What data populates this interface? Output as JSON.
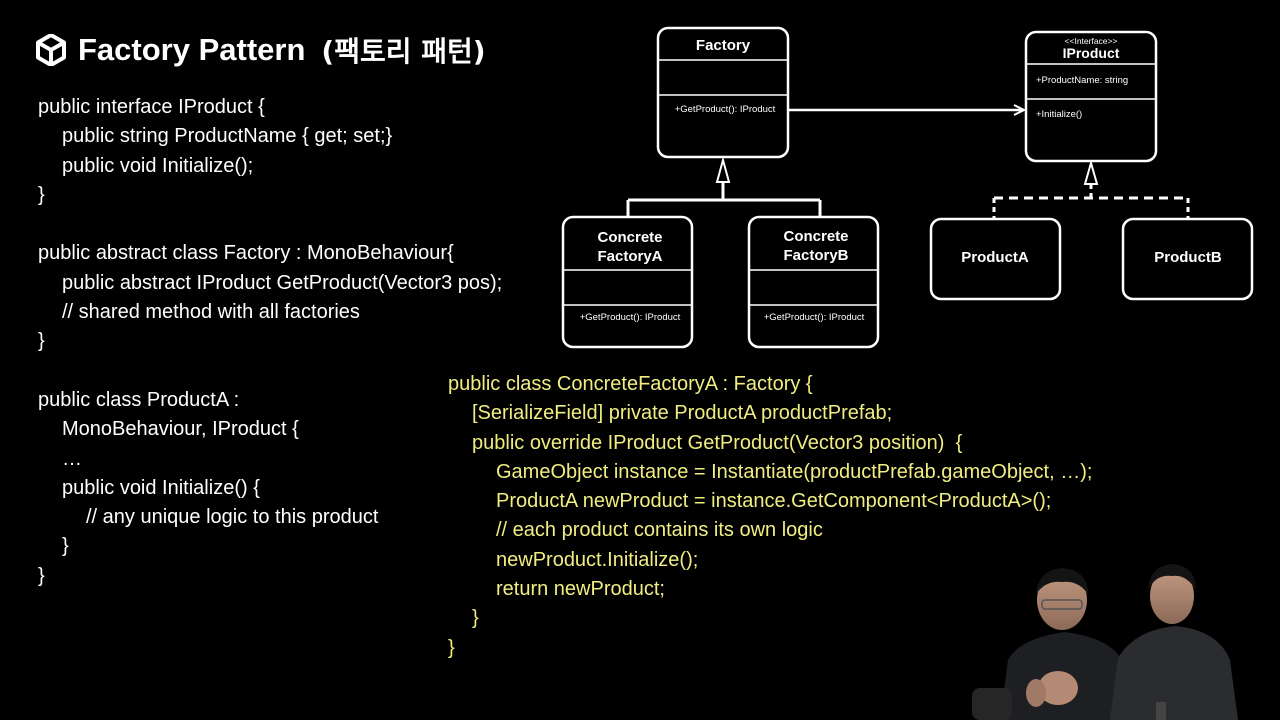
{
  "slide": {
    "title": "Factory Pattern",
    "subtitle": "(팩토리 패턴)",
    "logo_icon": "unity-logo-icon"
  },
  "code_left": [
    {
      "text": "public interface IProduct {",
      "indent": 0
    },
    {
      "text": "public string ProductName { get; set;}",
      "indent": 1
    },
    {
      "text": "public void Initialize();",
      "indent": 1
    },
    {
      "text": "}",
      "indent": 0
    },
    {
      "text": "",
      "indent": 0
    },
    {
      "text": "public abstract class Factory : MonoBehaviour{",
      "indent": 0
    },
    {
      "text": "public abstract IProduct GetProduct(Vector3 pos);",
      "indent": 1
    },
    {
      "text": "// shared method with all factories",
      "indent": 1
    },
    {
      "text": "}",
      "indent": 0
    },
    {
      "text": "",
      "indent": 0
    },
    {
      "text": "public class ProductA :",
      "indent": 0
    },
    {
      "text": "MonoBehaviour, IProduct {",
      "indent": 1
    },
    {
      "text": "…",
      "indent": 1
    },
    {
      "text": "public void Initialize() {",
      "indent": 1
    },
    {
      "text": "// any unique logic to this product",
      "indent": 2
    },
    {
      "text": "}",
      "indent": 1
    },
    {
      "text": "}",
      "indent": 0
    }
  ],
  "code_right": [
    {
      "text": "public class ConcreteFactoryA : Factory {",
      "indent": 0
    },
    {
      "text": "[SerializeField] private ProductA productPrefab;",
      "indent": 1
    },
    {
      "text": "public override IProduct GetProduct(Vector3 position)  {",
      "indent": 1
    },
    {
      "text": "GameObject instance = Instantiate(productPrefab.gameObject, …);",
      "indent": 2
    },
    {
      "text": "ProductA newProduct = instance.GetComponent<ProductA>();",
      "indent": 2
    },
    {
      "text": "// each product contains its own logic",
      "indent": 2
    },
    {
      "text": "newProduct.Initialize();",
      "indent": 2
    },
    {
      "text": "return newProduct;",
      "indent": 2
    },
    {
      "text": "}",
      "indent": 1
    },
    {
      "text": "}",
      "indent": 0
    }
  ],
  "uml": {
    "factory": {
      "name": "Factory",
      "method": "+GetProduct(): IProduct"
    },
    "iproduct": {
      "stereotype": "<<Interface>>",
      "name": "IProduct",
      "field": "+ProductName: string",
      "method": "+Initialize()"
    },
    "concrete_a": {
      "name_line1": "Concrete",
      "name_line2": "FactoryA",
      "method": "+GetProduct(): IProduct"
    },
    "concrete_b": {
      "name_line1": "Concrete",
      "name_line2": "FactoryB",
      "method": "+GetProduct(): IProduct"
    },
    "product_a": {
      "name": "ProductA"
    },
    "product_b": {
      "name": "ProductB"
    }
  },
  "colors": {
    "background": "#000000",
    "text": "#ffffff",
    "code_highlight": "#f0ee80"
  }
}
